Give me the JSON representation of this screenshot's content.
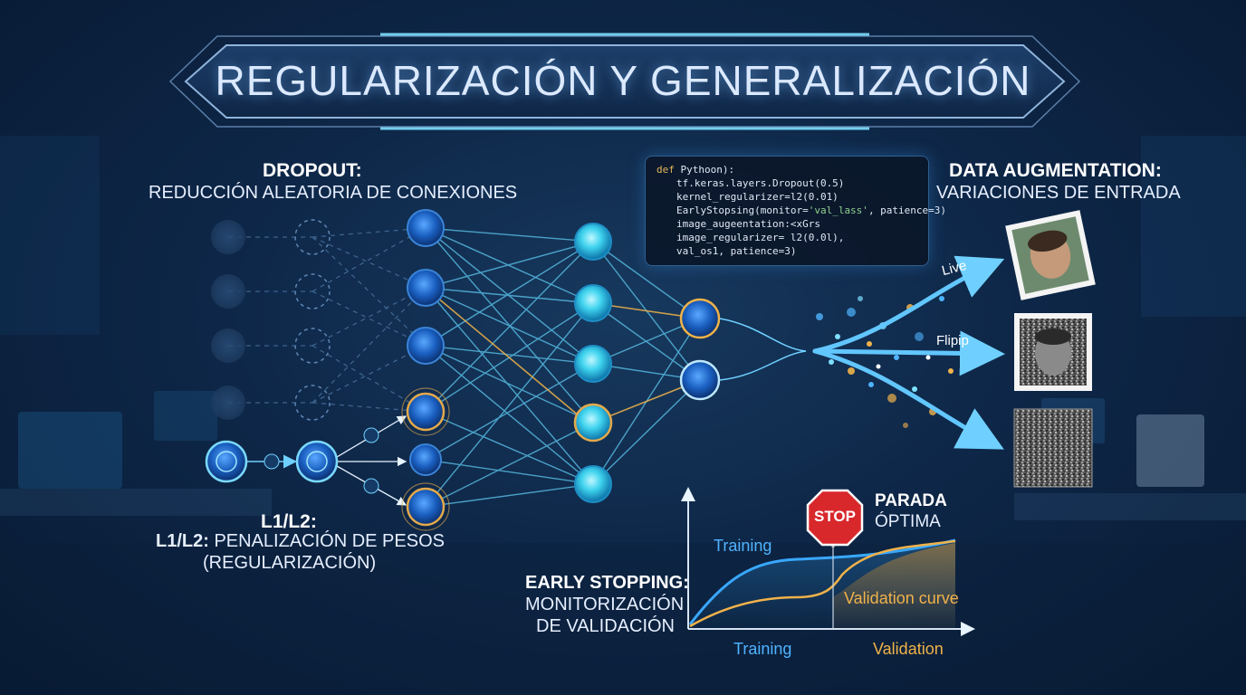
{
  "title": "REGULARIZACIÓN Y GENERALIZACIÓN",
  "dropout": {
    "heading": "DROPOUT:",
    "subtitle": "REDUCCIÓN ALEATORIA DE CONEXIONES"
  },
  "l1l2": {
    "heading": "L1/L2:",
    "line1_bold": "L1/L2:",
    "line1_rest": " PENALIZACIÓN DE PESOS",
    "line2": "(REGULARIZACIÓN)"
  },
  "code": {
    "line1_kw": "def",
    "line1_rest": " Pythoon):",
    "line2": "tf.keras.layers.Dropout(0.5)",
    "line3": "kernel_regularizer=l2(0.01)",
    "line4_a": "EarlyStopsing(monitor=",
    "line4_str": "'val_lass'",
    "line4_b": ", patience=3)",
    "line5": "image_augeentation:<xGrs",
    "line6": "image_regularizer= l2(0.0l),",
    "line7": "val_os1, patience=3)"
  },
  "augmentation": {
    "heading": "DATA AUGMENTATION:",
    "subtitle": "VARIACIONES DE ENTRADA",
    "arrow_labels": [
      "Live",
      "Flipip"
    ]
  },
  "early_stopping": {
    "heading": "EARLY STOPPING:",
    "line1": "MONITORIZACIÓN",
    "line2": "DE VALIDACIÓN",
    "stop_sign": "STOP",
    "optimal_bold": "PARADA",
    "optimal_rest": "ÓPTIMA",
    "curve_training_label": "Training",
    "curve_validation_label": "Validation curve",
    "axis_training_label": "Training",
    "axis_validation_label": "Validation"
  },
  "colors": {
    "accent_blue": "#4fb3ff",
    "accent_orange": "#f0b24a",
    "stop_red": "#d8282c",
    "background": "#0e2748"
  },
  "icons": [
    "stop-sign-icon",
    "face-photo-icon",
    "noise-image-icon",
    "neural-node-icon",
    "arrow-icon"
  ]
}
